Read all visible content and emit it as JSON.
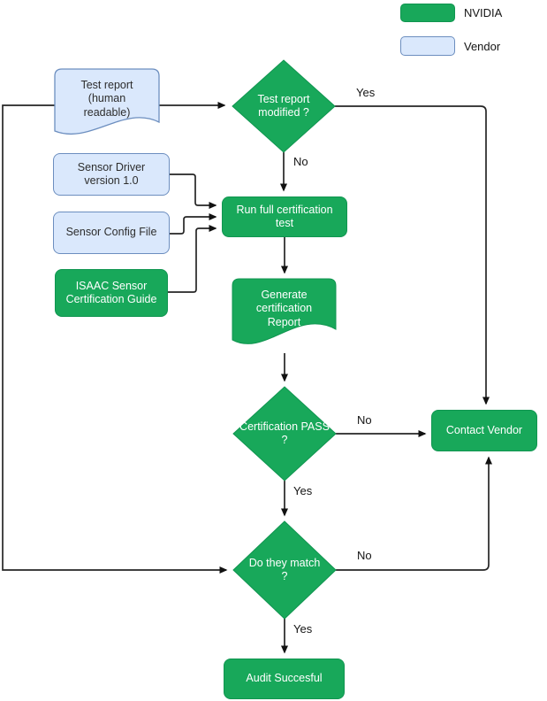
{
  "legend": {
    "nvidia_label": "NVIDIA",
    "vendor_label": "Vendor"
  },
  "nodes": {
    "test_report_doc": "Test report (human readable)",
    "test_report_modified": "Test report modified ?",
    "sensor_driver": "Sensor Driver version 1.0",
    "sensor_config": "Sensor Config File",
    "isaac_guide": "ISAAC Sensor Certification Guide",
    "run_test": "Run full certification test",
    "generate_report": "Generate certification Report",
    "cert_pass": "Certification PASS ?",
    "contact_vendor": "Contact Vendor",
    "do_they_match": "Do they match ?",
    "audit_successful": "Audit Succesful"
  },
  "edge_labels": {
    "modified_yes": "Yes",
    "modified_no": "No",
    "pass_no": "No",
    "pass_yes": "Yes",
    "match_no": "No",
    "match_yes": "Yes"
  },
  "colors": {
    "nvidia_green": "#18a85a",
    "vendor_fill": "#dae8fc",
    "vendor_border": "#6c8ebf",
    "connector": "#262626"
  }
}
